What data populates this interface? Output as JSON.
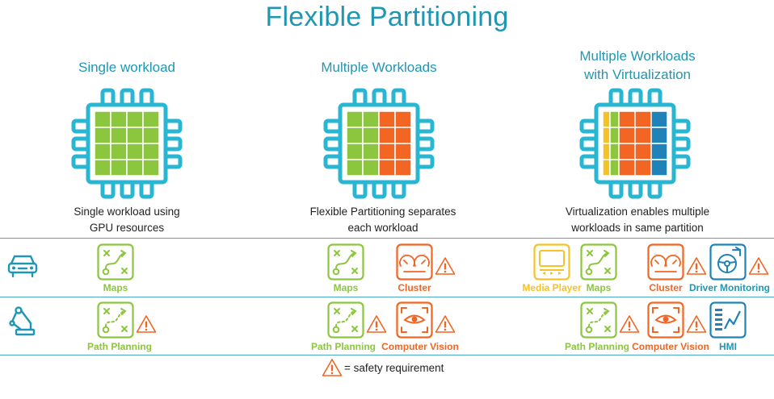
{
  "title": "Flexible Partitioning",
  "columns": [
    {
      "heading_line1": "Single workload",
      "heading_line2": "",
      "desc_line1": "Single workload using",
      "desc_line2": "GPU resources"
    },
    {
      "heading_line1": "Multiple Workloads",
      "heading_line2": "",
      "desc_line1": "Flexible Partitioning separates",
      "desc_line2": "each workload"
    },
    {
      "heading_line1": "Multiple Workloads",
      "heading_line2": "with Virtualization",
      "desc_line1": "Virtualization enables multiple",
      "desc_line2": "workloads in same partition"
    }
  ],
  "apps": {
    "maps": "Maps",
    "cluster": "Cluster",
    "media_player": "Media Player",
    "driver_monitoring": "Driver Monitoring",
    "path_planning": "Path Planning",
    "computer_vision": "Computer Vision",
    "hmi": "HMI"
  },
  "legend": {
    "text": "= safety requirement"
  },
  "colors": {
    "teal": "#1f97b2",
    "green": "#8cc63f",
    "orange": "#f26522",
    "yellow": "#f6c326",
    "blue": "#1f83b8",
    "warning": "#f26522"
  },
  "icons": {
    "row1": "car-icon",
    "row2": "robot-arm-icon"
  }
}
